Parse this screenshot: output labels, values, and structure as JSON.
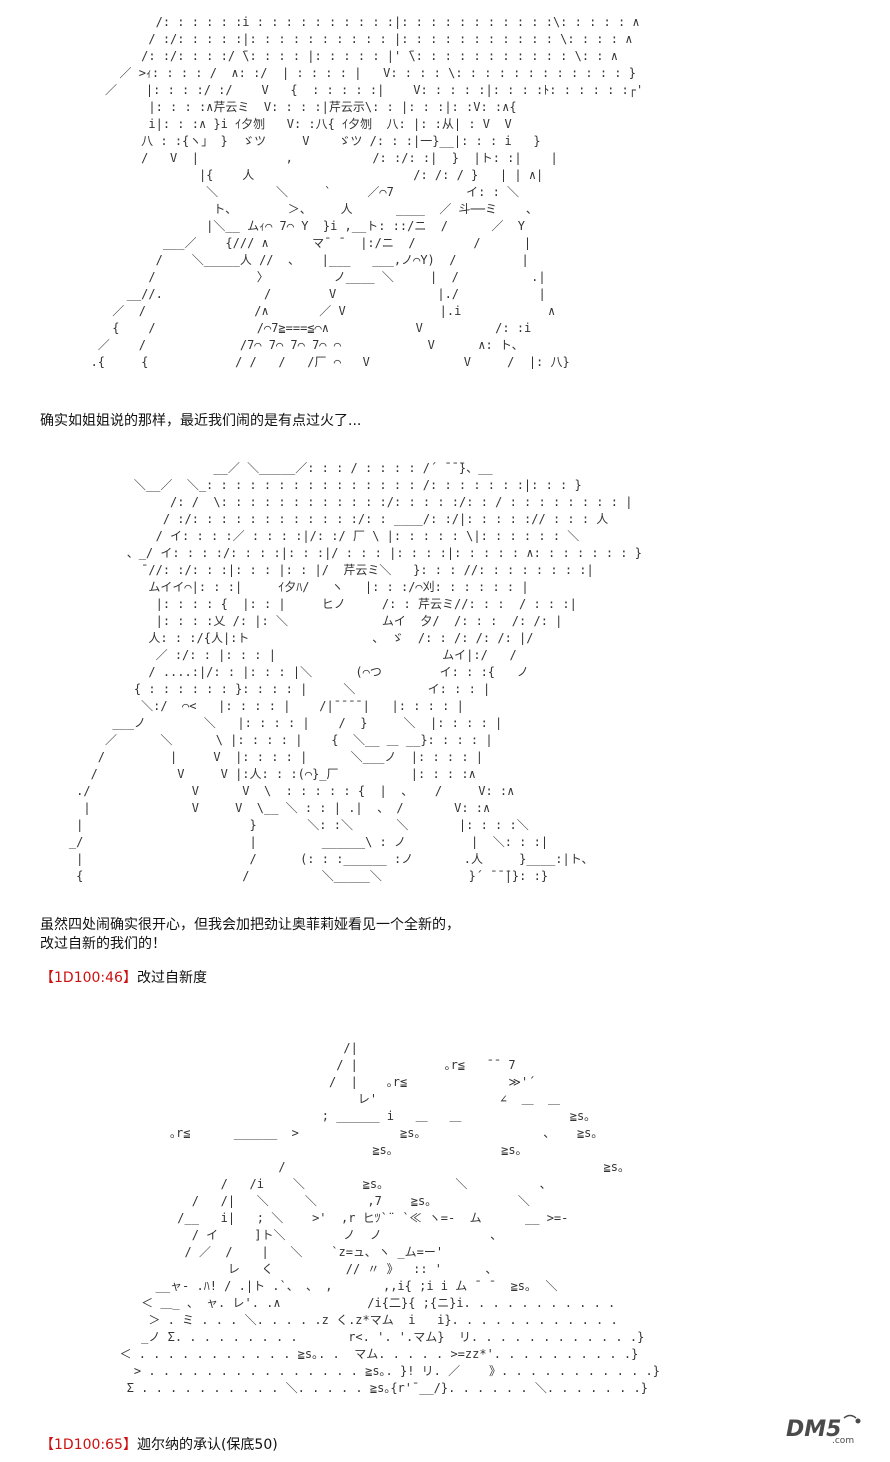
{
  "art_blocks": [
    {
      "name": "ascii-art-1",
      "lines": [
        "                /: : : : : :i : : : : : : : : : :|: : : : : : : : : : :\\: : : : : ∧",
        "               / :/: : : : :|: : : : : : : : : : |: : : : : : : : : : : \\: : : : ∧",
        "              /: :/: : : :/ ̄\\: : : : |: : : : : |' ̄\\: : : : : : : : : : : \\: : ∧",
        "           ／ >ｨ: : : : /  ∧: :/  | : : : : |   V: : : : \\: : : : : : : : : : : : }",
        "         ／    |: : : :/ :/    V   {  : : : : :|    V: : : : :|: : : :ﾄ: : : : : :┌'",
        "               |: : : :∧芹云ミ  V: : : :|芹云示\\: : |: : :|: :V: :∧{",
        "               i|: : :∧ }i ｲ夕刎   V: :八{ ｲ夕刎  八: |: :从| : V  V",
        "              八 : :{ヽ」 }  ゞツ     V    ゞツ /: : :|一}__|: : : i   }",
        "              /   V  |            ,           /: :/: :|  }  |ト: :|    |",
        "                      |{    人                      /: /: / }   | | ∧|",
        "                       ＼        ＼     `     ／⌒7          イ: : ＼",
        "                        ト、       ＞、    人      ____  ／ 斗──ミ    、",
        "                       |＼__ ムｨ⌒ 7⌒ Y  }i ,__ト: ::/ニ  /      ／  Y",
        "                 ___／    {/// ∧      マ¯ ¯  |:/ニ  /        /      |",
        "                /    ＼_____人 //  、   |___   ___,ノ⌒Y)  /         |",
        "               /              〉         ノ____ ＼     |  /          .|",
        "            __//.              /        V              |./           |",
        "          ／  /               /∧       ／ V             |.i            ∧",
        "          {    /              /⌒7≧===≦⌒∧            V          /: :i",
        "        ／    /             /7⌒ 7⌒ 7⌒ 7⌒ ⌒            V      ∧: ト、",
        "       .{     {            / /   /   /厂 ⌒   V             V     /  |: 八}"
      ]
    },
    {
      "name": "ascii-art-2",
      "lines": [
        "                        __／ ＼_____／: : : / : : : : /´ ̄ ̄ ̄}、__",
        "             ＼__／  ＼_: : : : : : : : : : : : : : : /: : : : : : :|: : : }",
        "                  /: /  \\: : : : : : : : : : : :/: : : : :/: : / : : : : : : : : |",
        "                 / :/: : : : : : : : : : : :/: : ____/: :/|: : : : :// : : : 人",
        "                / イ: : : :／ : : : :|/: :/ 厂 \\ |: : : : : \\|: : : : : : ＼",
        "            、_/ イ: : : :/: : : :|: : :|/ : : : |: : : :|: : : : : ∧: : : : : : : }",
        "              ¯//: :/: : :|: : : |: : |/  芹云ミ＼   }: : : //: : : : : : : :|",
        "               ムイイ⌒|: : :|     ｲ夕ﾊ/   ヽ   |: : :/⌒刈: : : : : : |",
        "                |: : : : {  |: : |     ヒノ     /: : 芹云ミ//: : :  / : : :|",
        "                |: : : :乂 /: |: ＼             ムイ  夕/  /: : :  /: /: |",
        "               人: : :/{人|:ト                 、 ゞ  /: : /: /: /: |/",
        "                ／ :/: : |: : : |                       ムイ|:/   /",
        "               / ....:|/: : |: : : |＼      (⌒つ        イ: : :{   ノ",
        "             { : : : : : : }: : : : |     ＼          イ: : : |",
        "              ＼:/  ⌒<   |: : : : |    /|¯¯¯¯|   |: : : : |",
        "          ___ノ        ＼   |: : : : |    /  }     ＼  |: : : : |",
        "         ／      ＼      \\ |: : : : |    {  ＼__ ＿ __}: : : : |",
        "        /         |     V  |: : : : |      ＼___ノ  |: : : : |",
        "       /           V     V |:人: : :(⌒}_厂          |: : : :∧",
        "     ./              V      V  \\  : : : : : {  |  、   /     V: :∧",
        "      |              V     V  \\__ ＼ : : | .|  、 /       V: :∧",
        "     |                       }       ＼: :＼      ＼       |: : : :＼",
        "    _/                       |         ______\\ : ノ         |  ＼: : :|",
        "     |                       /      (: : :______ :ノ       .人     }____:|ト、",
        "     {                      /          ＼_____＼            }´ ̄ ̄ ̄|}: :}"
      ]
    },
    {
      "name": "ascii-art-3",
      "lines": [
        "                                          /|",
        "                                         / |            ｡r≦   ̄ ̄  7",
        "                                        /  |    ｡r≦              ≫'´",
        "                                            レ'                 ∠  ＿  ＿",
        "                                       ; ______ i   ＿   ＿               ≧s｡",
        "                  ｡r≦      ______  >              ≧s｡                 、   ≧s｡",
        "                                              ≧s｡               ≧s｡",
        "                                 /                                            ≧s｡",
        "                         /   /i    ＼        ≧s｡          ＼          、",
        "                     /   /|   ＼     ＼       ,7    ≧s｡            ＼",
        "                   /__   i|   ; ＼    >'  ,r ヒﾂ`¨ `≪ ヽ=-  ム      __ >=-",
        "                     / イ     ]ト＼        ノ  ノ               、",
        "                    / ／  /    |   ＼    `z=ュ､ ヽ _ム=ー'",
        "                          レ   く          // 〃 》  :: '      、",
        "                __ャ- .ﾊ! / .|ト .`、 、 ,       ,,i{ ;i i ム ¯ ¯  ≧s｡  ＼",
        "              ＜ ＿_ 、 ャ. レ'. .∧            /i{二}{ ;{ニ}i. . . . . . . . . . .",
        "               ＞ . ミ . . . ＼. . . . .z く.z*マム  i   i}. . . . . . . . . . . .",
        "              _ノ Σ. . . . . . . . .       r<. '. '.マム}  リ. . . . . . . . . . . .}",
        "           ＜ . . . . . . . . . . . ≧s｡. .  マム. . . . . >=zz*'. . . . . . . . . .}",
        "             > . . . . . . . . . . . . . . . ≧s｡. }! リ. ／    》. . . . . . . . . . .}",
        "            Σ . . . . . . . . . . ＼. . . . . ≧s｡{r'¯__/}. . . . . . ＼. . . . . . .}"
      ]
    }
  ],
  "dialogue": {
    "line_1": "确实如姐姐说的那样，最近我们闹的是有点过火了...",
    "line_2a": "虽然四处闹确实很开心，但我会加把劲让奥菲莉娅看见一个全新的，",
    "line_2b": "改过自新的我们的！"
  },
  "rolls": [
    {
      "open_bracket": "【",
      "dice": "1D100:46",
      "close_bracket": "】",
      "label": "改过自新度"
    },
    {
      "open_bracket": "【",
      "dice": "1D100:65",
      "close_bracket": "】",
      "label": "迦尔纳的承认(保底50)"
    }
  ],
  "watermark": {
    "text": "DM5",
    "suffix": ".com",
    "color": "#4a4a4a"
  }
}
